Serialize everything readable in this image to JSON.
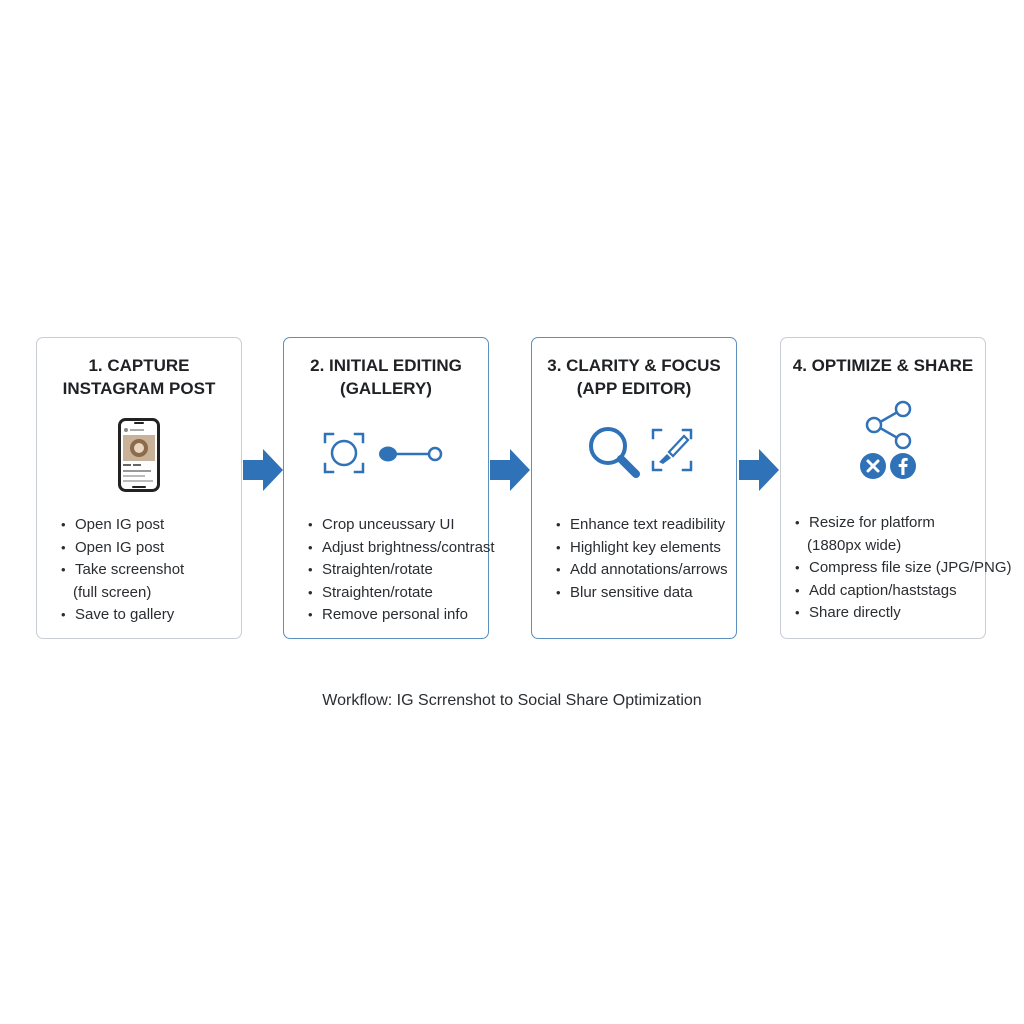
{
  "steps": [
    {
      "title_line1": "1. CAPTURE",
      "title_line2": "INSTAGRAM POST",
      "icons": [
        "smartphone-icon"
      ],
      "bullets": [
        "Open IG post",
        "Open IG post",
        "Take screenshot",
        "(full screen)",
        "Save to gallery"
      ]
    },
    {
      "title_line1": "2. INITIAL EDITING",
      "title_line2": "(GALLERY)",
      "icons": [
        "crop-icon",
        "slider-icon"
      ],
      "bullets": [
        "Crop unceussary UI",
        "Adjust brightness/contrast",
        "Straighten/rotate",
        "Straighten/rotate",
        "Remove personal info"
      ]
    },
    {
      "title_line1": "3. CLARITY & FOCUS",
      "title_line2": "(APP EDITOR)",
      "icons": [
        "magnifier-icon",
        "brush-icon"
      ],
      "bullets": [
        "Enhance text readibility",
        "Highlight key elements",
        "Add annotations/arrows",
        "Blur sensitive data"
      ]
    },
    {
      "title_line1": "4. OPTIMIZE & SHARE",
      "title_line2": "",
      "icons": [
        "share-icon",
        "x-logo-icon",
        "facebook-logo-icon"
      ],
      "bullets": [
        "Resize for platform",
        "(1880px wide)",
        "Compress file size (JPG/PNG)",
        "Add caption/haststags",
        "Share directly"
      ]
    }
  ],
  "caption": "Workflow: IG Scrrenshot to Social Share Optimization",
  "colors": {
    "accent": "#2f72b8",
    "border_gray": "#c9ced4",
    "border_blue": "#5b8fbe",
    "text": "#1f2124"
  }
}
